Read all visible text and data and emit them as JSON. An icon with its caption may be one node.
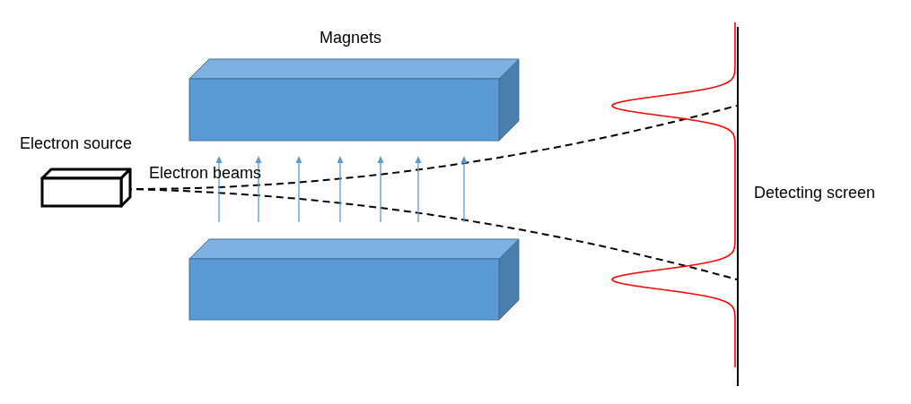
{
  "diagram": {
    "nodes": [
      {
        "text": [
          "Electron source"
        ]
      },
      {
        "text": [
          "Magnets"
        ]
      },
      {
        "text": [],
        "shape": "box"
      },
      {
        "text": [],
        "shape": "bar",
        "beside": [
          "Detecting screen"
        ]
      }
    ],
    "edges": [
      {
        "from": 0,
        "to": 3,
        "arrow": "none",
        "style": "dashed"
      },
      {
        "from": 0,
        "to": 3,
        "arrow": "none",
        "style": "dashed"
      }
    ],
    "labels": [
      "Electron beams"
    ]
  }
}
